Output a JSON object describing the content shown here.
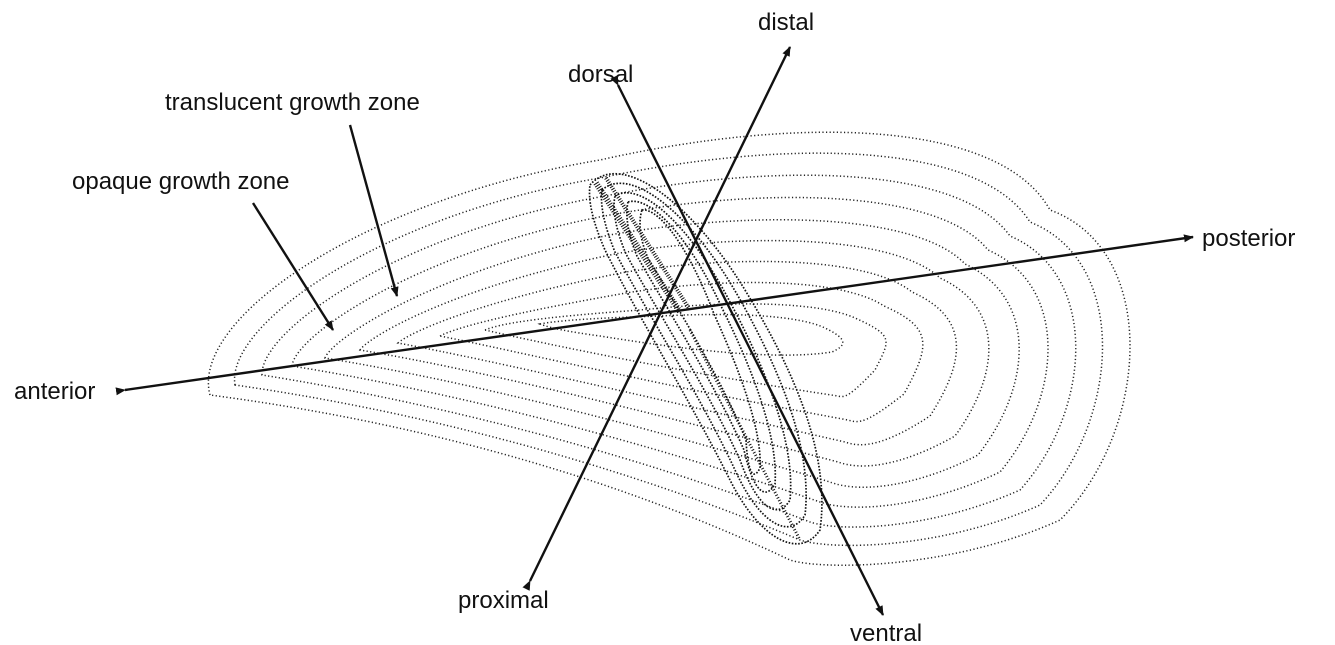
{
  "diagram": {
    "labels": {
      "distal": "distal",
      "dorsal": "dorsal",
      "translucent": "translucent growth zone",
      "opaque": "opaque growth zone",
      "posterior": "posterior",
      "anterior": "anterior",
      "proximal": "proximal",
      "ventral": "ventral"
    },
    "colors": {
      "ink": "#111111",
      "background": "#ffffff"
    }
  }
}
